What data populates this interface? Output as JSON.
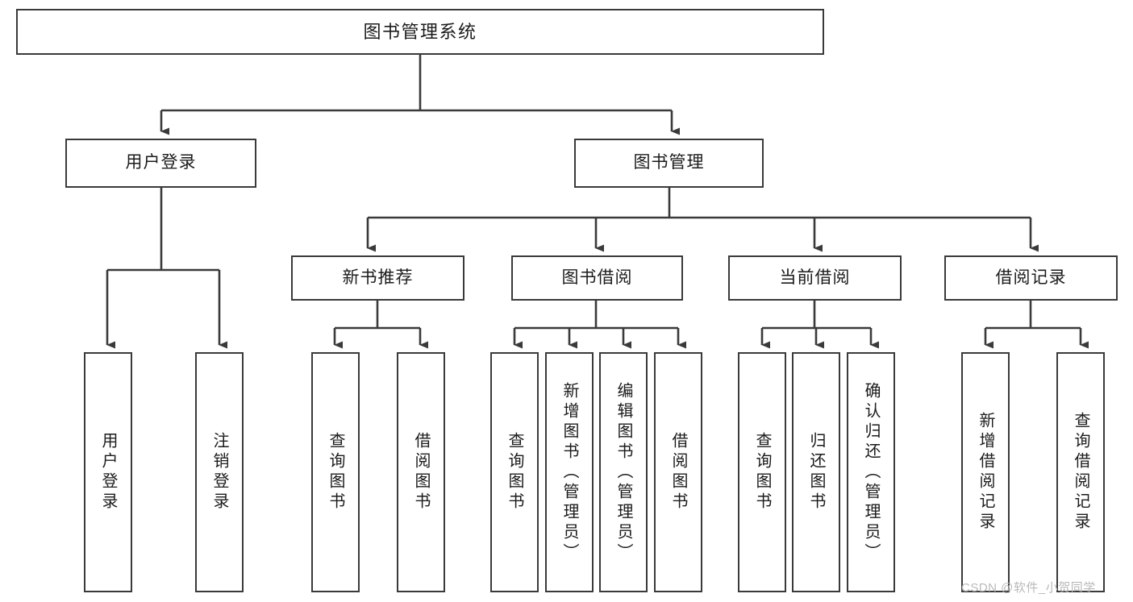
{
  "diagram": {
    "title": "图书管理系统",
    "type": "tree-hierarchy-diagram",
    "watermark": "CSDN @软件_小贺同学",
    "nodes": {
      "root": {
        "label": "图书管理系统"
      },
      "level2": [
        {
          "id": "user-login",
          "label": "用户登录"
        },
        {
          "id": "book-management",
          "label": "图书管理"
        }
      ],
      "level3": [
        {
          "id": "new-book-recommend",
          "label": "新书推荐"
        },
        {
          "id": "book-borrow",
          "label": "图书借阅"
        },
        {
          "id": "current-borrow",
          "label": "当前借阅"
        },
        {
          "id": "borrow-record",
          "label": "借阅记录"
        }
      ],
      "leaves": {
        "user_login": [
          {
            "id": "leaf-user-login",
            "label": "用户登录"
          },
          {
            "id": "leaf-logout",
            "label": "注销登录"
          }
        ],
        "new_book_recommend": [
          {
            "id": "leaf-query-book-1",
            "label": "查询图书"
          },
          {
            "id": "leaf-borrow-book-1",
            "label": "借阅图书"
          }
        ],
        "book_borrow": [
          {
            "id": "leaf-query-book-2",
            "label": "查询图书"
          },
          {
            "id": "leaf-add-book",
            "label": "新增图书（管理员）"
          },
          {
            "id": "leaf-edit-book",
            "label": "编辑图书（管理员）"
          },
          {
            "id": "leaf-borrow-book-2",
            "label": "借阅图书"
          }
        ],
        "current_borrow": [
          {
            "id": "leaf-query-book-3",
            "label": "查询图书"
          },
          {
            "id": "leaf-return-book",
            "label": "归还图书"
          },
          {
            "id": "leaf-confirm-return",
            "label": "确认归还（管理员）"
          }
        ],
        "borrow_record": [
          {
            "id": "leaf-add-record",
            "label": "新增借阅记录"
          },
          {
            "id": "leaf-query-record",
            "label": "查询借阅记录"
          }
        ]
      }
    },
    "colors": {
      "stroke": "#3a3a3a",
      "fill": "#ffffff",
      "text": "#1b1b1b",
      "watermark": "#b9b9b9"
    }
  }
}
